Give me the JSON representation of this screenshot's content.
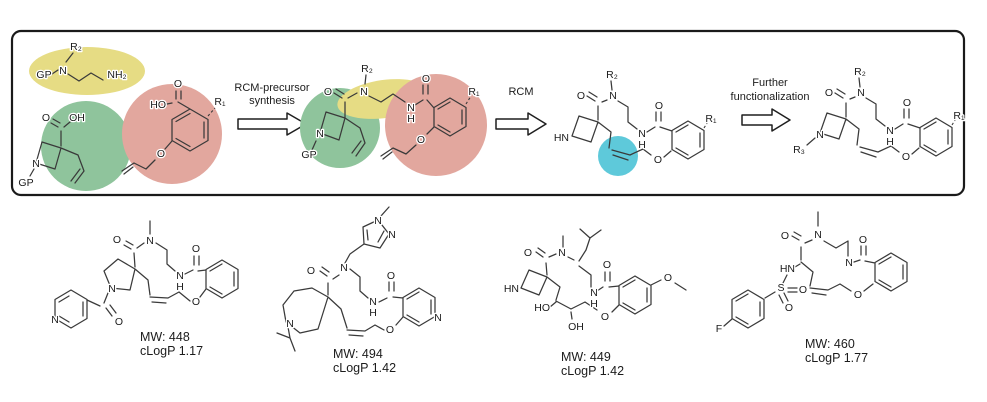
{
  "fig": {
    "type": "reaction-scheme",
    "glyphs": {
      "N": "N",
      "O": "O",
      "H": "H",
      "S": "S",
      "F": "F",
      "OH": "OH",
      "HO": "HO",
      "HN": "HN",
      "NH2": "NH₂",
      "GP": "GP",
      "R1": "R₁",
      "R2": "R₂",
      "R3": "R₃"
    },
    "steps": {
      "s1a": "RCM-precursor",
      "s1b": "synthesis",
      "s2": "RCM",
      "s3a": "Further",
      "s3b": "functionalization"
    },
    "highlight_colors": {
      "amine": "#e6dc84",
      "azetidine": "#8fc49c",
      "aryl": "#e2a79e",
      "alkene": "#5ec9da"
    },
    "analogs": [
      {
        "mw": "MW: 448",
        "clogp": "cLogP 1.17"
      },
      {
        "mw": "MW: 494",
        "clogp": "cLogP 1.42"
      },
      {
        "mw": "MW: 449",
        "clogp": "cLogP 1.42"
      },
      {
        "mw": "MW: 460",
        "clogp": "cLogP 1.77"
      }
    ]
  }
}
